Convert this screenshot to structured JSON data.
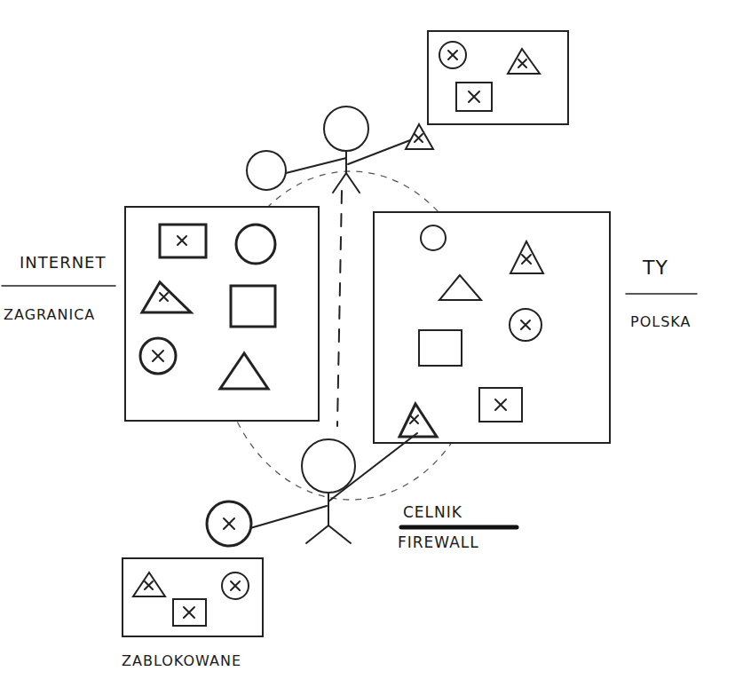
{
  "diagram": {
    "nodes": [
      {
        "text": [
          "INTERNET",
          "ZAGRANICA"
        ]
      },
      {
        "text": [
          "TY",
          "POLSKA"
        ]
      },
      {
        "text": [
          "ZABLOKOWANE"
        ]
      }
    ],
    "labels": [
      "CELNIK",
      "FIREWALL"
    ]
  }
}
